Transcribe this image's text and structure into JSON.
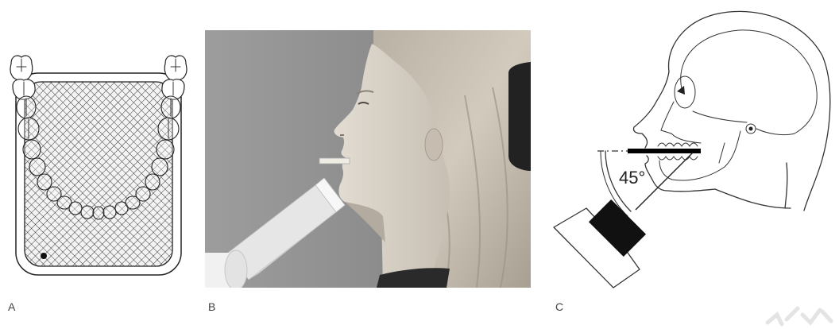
{
  "figure": {
    "panels": [
      {
        "label": "A"
      },
      {
        "label": "B"
      },
      {
        "label": "C"
      }
    ],
    "panel_c": {
      "angle_label": "45°"
    }
  },
  "colors": {
    "line_art": "#333333",
    "xray_tube": "#111111",
    "film_crosshatch": "#3a3a3a",
    "photo_background": "#8c8c8c"
  }
}
